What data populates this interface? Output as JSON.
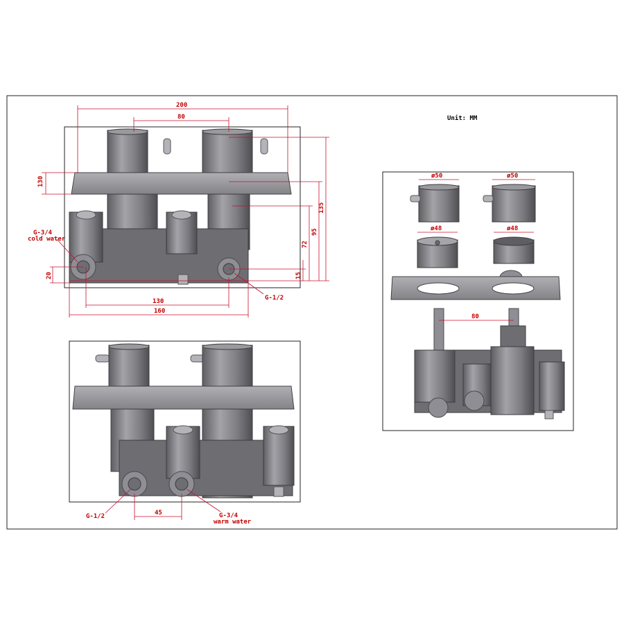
{
  "unit_label": "Unit: MM",
  "front_view": {
    "dims": {
      "overall_width": "200",
      "handle_spacing": "80",
      "plate_height": "130",
      "h_135": "135",
      "h_95": "95",
      "h_72": "72",
      "h_15": "15",
      "h_20": "20",
      "inlet_spacing": "130",
      "body_width": "160"
    },
    "labels": {
      "cold_thread": "G-3/4",
      "cold_text": "cold water",
      "outlet_thread": "G-1/2"
    }
  },
  "rear_view": {
    "dims": {
      "port_spacing": "45"
    },
    "labels": {
      "left_thread": "G-1/2",
      "warm_thread": "G-3/4",
      "warm_text": "warm water"
    }
  },
  "exploded_view": {
    "dims": {
      "handle_left_dia": "ø50",
      "handle_right_dia": "ø50",
      "cover_left_dia": "ø48",
      "cover_right_dia": "ø48",
      "spindle_spacing": "80"
    }
  }
}
